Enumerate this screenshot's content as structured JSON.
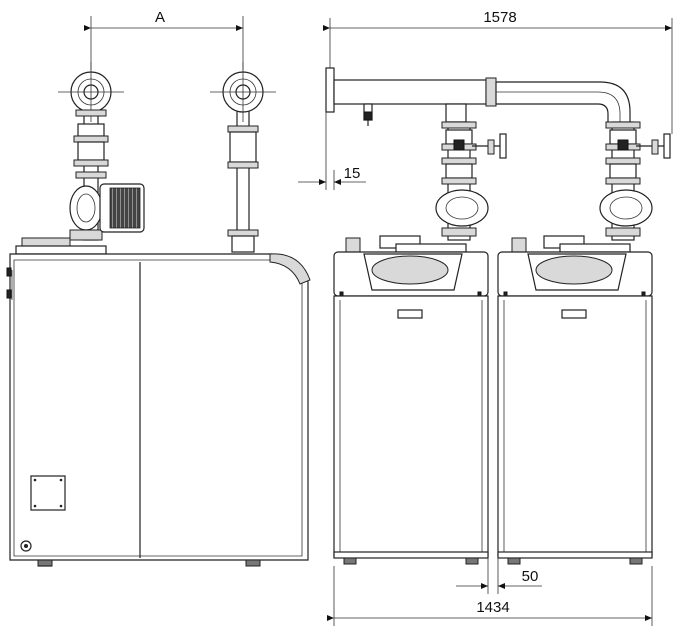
{
  "dimensions": {
    "a_label": "A",
    "total_width": "1578",
    "offset_15": "15",
    "gap_50": "50",
    "base_width": "1434"
  }
}
